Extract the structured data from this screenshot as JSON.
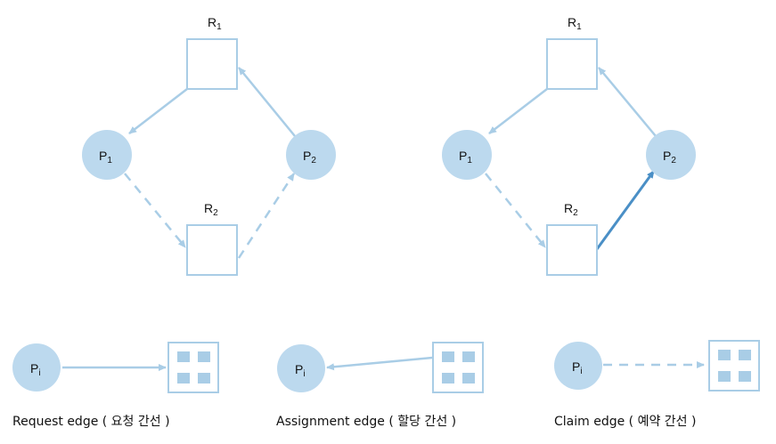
{
  "colors": {
    "light_edge": "#a9cde6",
    "node_fill": "#bcd9ee",
    "box_stroke": "#a9cde6",
    "instance_fill": "#a9cde6",
    "highlight_edge": "#4a8fc6",
    "text": "#111111"
  },
  "graphs": [
    {
      "id": "left",
      "r1": {
        "letter": "R",
        "sub": "1"
      },
      "r2": {
        "letter": "R",
        "sub": "2"
      },
      "p1": {
        "letter": "P",
        "sub": "1"
      },
      "p2": {
        "letter": "P",
        "sub": "2"
      }
    },
    {
      "id": "right",
      "r1": {
        "letter": "R",
        "sub": "1"
      },
      "r2": {
        "letter": "R",
        "sub": "2"
      },
      "p1": {
        "letter": "P",
        "sub": "1"
      },
      "p2": {
        "letter": "P",
        "sub": "2"
      }
    }
  ],
  "legend": [
    {
      "process": {
        "letter": "P",
        "sub": "i"
      },
      "caption": "Request edge ( 요청 간선 )"
    },
    {
      "process": {
        "letter": "P",
        "sub": "i"
      },
      "caption": "Assignment edge ( 할당 간선 )"
    },
    {
      "process": {
        "letter": "P",
        "sub": "i"
      },
      "caption": "Claim edge ( 예약 간선 )"
    }
  ]
}
